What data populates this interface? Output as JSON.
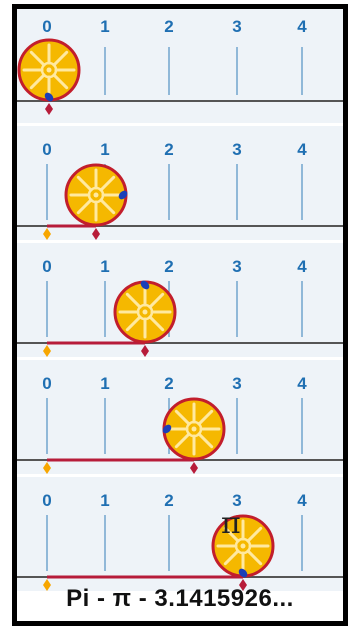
{
  "tick_labels": [
    "0",
    "1",
    "2",
    "3",
    "4"
  ],
  "panels": [
    {
      "id": "step-1",
      "roll_fraction": 0.0,
      "pi_shown": false
    },
    {
      "id": "step-2",
      "roll_fraction": 0.25,
      "pi_shown": false
    },
    {
      "id": "step-3",
      "roll_fraction": 0.5,
      "pi_shown": false
    },
    {
      "id": "step-4",
      "roll_fraction": 0.75,
      "pi_shown": false
    },
    {
      "id": "step-5",
      "roll_fraction": 1.0,
      "pi_shown": true
    }
  ],
  "pi_symbol": "π",
  "caption": "Pi - π - 3.1415926...",
  "colors": {
    "axis": "#1f6fb2",
    "baseline": "#555555",
    "track": "#b71c3a",
    "wheel_fill": "#f5b800",
    "wheel_rim": "#c21e2c",
    "spoke": "#ffe9a0",
    "marker_blue": "#1b3fb8",
    "start_marker": "#f7a600",
    "end_marker": "#b71c3a"
  }
}
